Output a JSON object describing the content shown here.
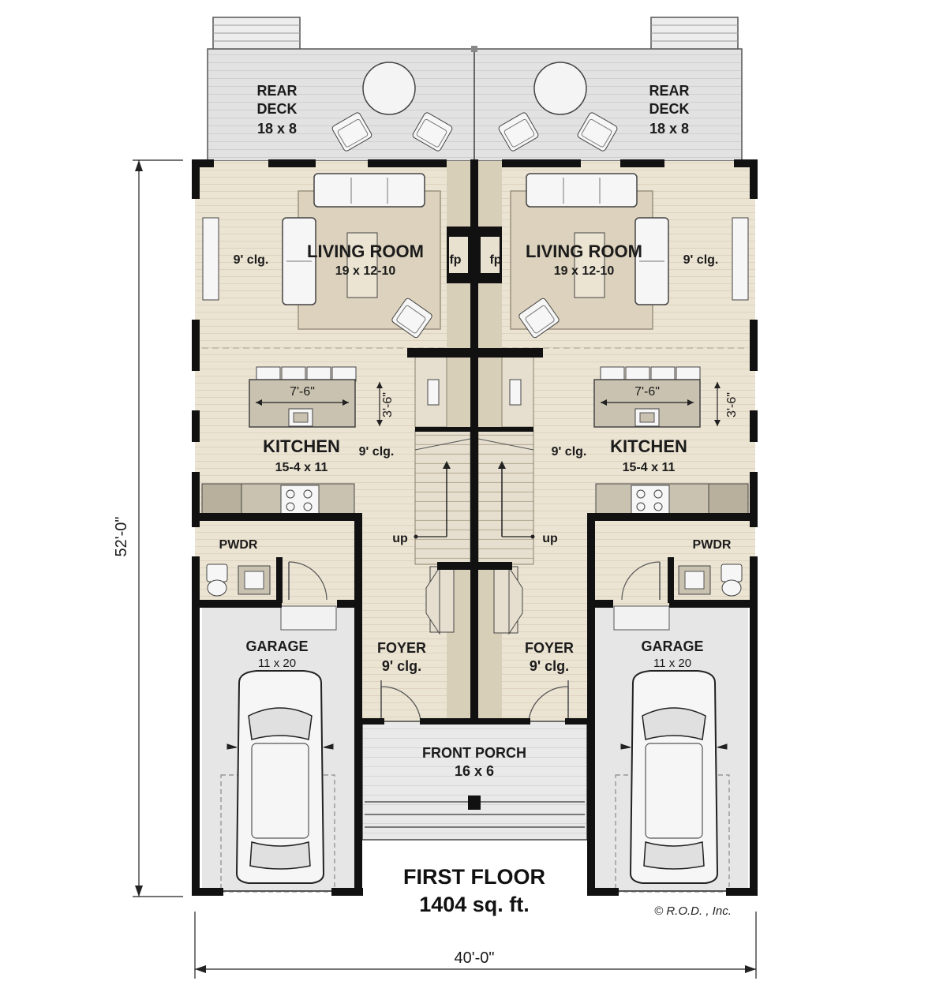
{
  "plan_title": "FIRST FLOOR",
  "plan_area": "1404 sq. ft.",
  "copyright": "© R.O.D. , Inc.",
  "dimensions": {
    "width": "40'-0\"",
    "depth": "52'-0\""
  },
  "units": {
    "left": {
      "rear_deck": {
        "name": [
          "REAR",
          "DECK"
        ],
        "size": "18 x 8"
      },
      "living_room": {
        "name": "LIVING ROOM",
        "size": "19 x 12-10",
        "ceiling": "9' clg.",
        "fireplace": "fp"
      },
      "kitchen": {
        "name": "KITCHEN",
        "size": "15-4 x 11",
        "ceiling": "9' clg.",
        "island_length": "7'-6\"",
        "island_depth": "3'-6\""
      },
      "stair": {
        "direction": "up"
      },
      "powder": {
        "name": "PWDR"
      },
      "foyer": {
        "name": "FOYER",
        "ceiling": "9' clg."
      },
      "garage": {
        "name": "GARAGE",
        "size": "11 x 20"
      }
    },
    "right": {
      "rear_deck": {
        "name": [
          "REAR",
          "DECK"
        ],
        "size": "18 x 8"
      },
      "living_room": {
        "name": "LIVING ROOM",
        "size": "19 x 12-10",
        "ceiling": "9' clg.",
        "fireplace": "fp"
      },
      "kitchen": {
        "name": "KITCHEN",
        "size": "15-4 x 11",
        "ceiling": "9' clg.",
        "island_length": "7'-6\"",
        "island_depth": "3'-6\""
      },
      "stair": {
        "direction": "up"
      },
      "powder": {
        "name": "PWDR"
      },
      "foyer": {
        "name": "FOYER",
        "ceiling": "9' clg."
      },
      "garage": {
        "name": "GARAGE",
        "size": "11 x 20"
      }
    }
  },
  "front_porch": {
    "name": "FRONT PORCH",
    "size": "16 x 6"
  },
  "colors": {
    "floor_beige": "#ece4d3",
    "rug": "#dcd2bd",
    "deck": "#e2e2e2",
    "garage": "#e6e6e6",
    "porch": "#e9e9e9",
    "wall": "#111111",
    "counter": "#c9c2b0",
    "stair": "#e6dfcf"
  }
}
